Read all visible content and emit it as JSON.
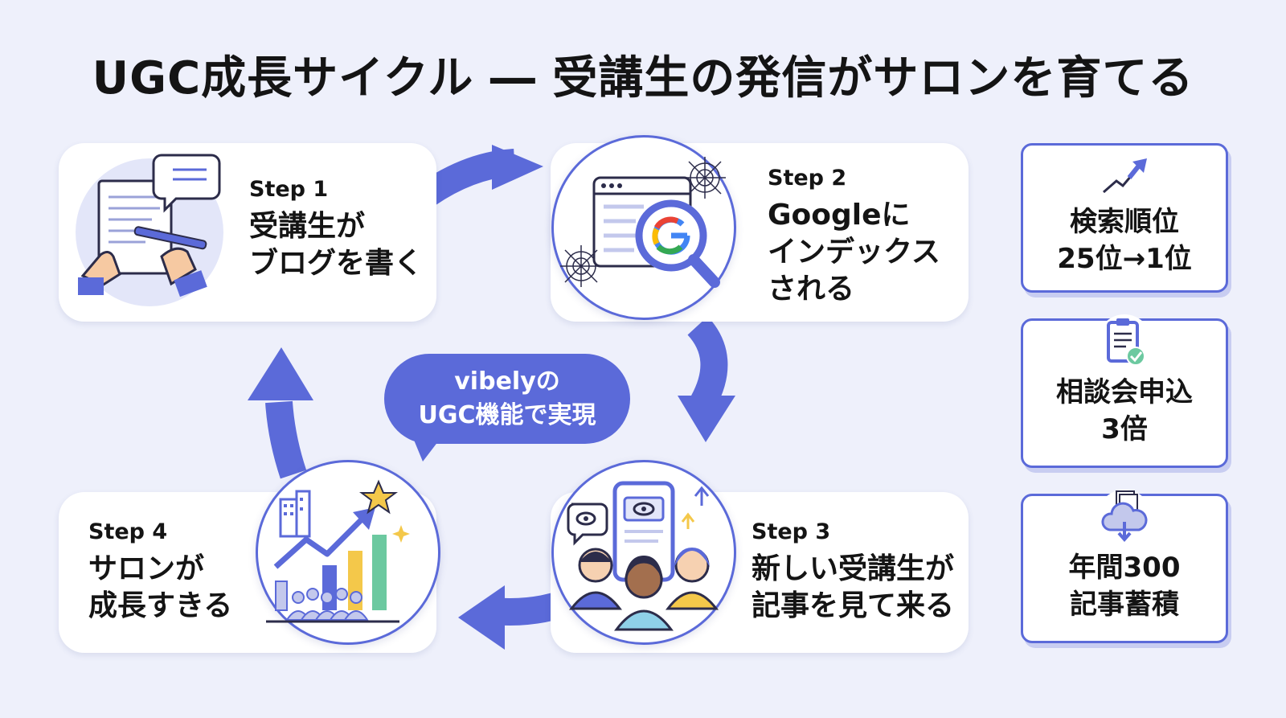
{
  "title": "UGC成長サイクル ― 受講生の発信がサロンを育てる",
  "colors": {
    "accent": "#5b6ad9",
    "background": "#eef0fb",
    "card": "#ffffff",
    "text": "#141414",
    "bar_blue": "#5b6ad9",
    "bar_yellow": "#f4c84a",
    "bar_green": "#6cc9a0"
  },
  "steps": [
    {
      "label": "Step 1",
      "title_lines": [
        "受講生が",
        "ブログを書く"
      ],
      "icon": "writing-blog-icon"
    },
    {
      "label": "Step 2",
      "title_lines": [
        "Googleに",
        "インデックス",
        "される"
      ],
      "icon": "google-search-index-icon"
    },
    {
      "label": "Step 3",
      "title_lines": [
        "新しい受講生が",
        "記事を見て来る"
      ],
      "icon": "new-students-reading-icon"
    },
    {
      "label": "Step 4",
      "title_lines": [
        "サロンが",
        "成長すきる"
      ],
      "icon": "growth-chart-icon"
    }
  ],
  "center_bubble": {
    "lines": [
      "vibelyの",
      "UGC機能で実現"
    ]
  },
  "stats": [
    {
      "icon": "trend-up-arrow-icon",
      "lines": [
        "検索順位",
        "25位→1位"
      ]
    },
    {
      "icon": "clipboard-check-icon",
      "lines": [
        "相談会申込",
        "3倍"
      ]
    },
    {
      "icon": "cloud-documents-icon",
      "lines": [
        "年間300",
        "記事蓄積"
      ]
    }
  ]
}
